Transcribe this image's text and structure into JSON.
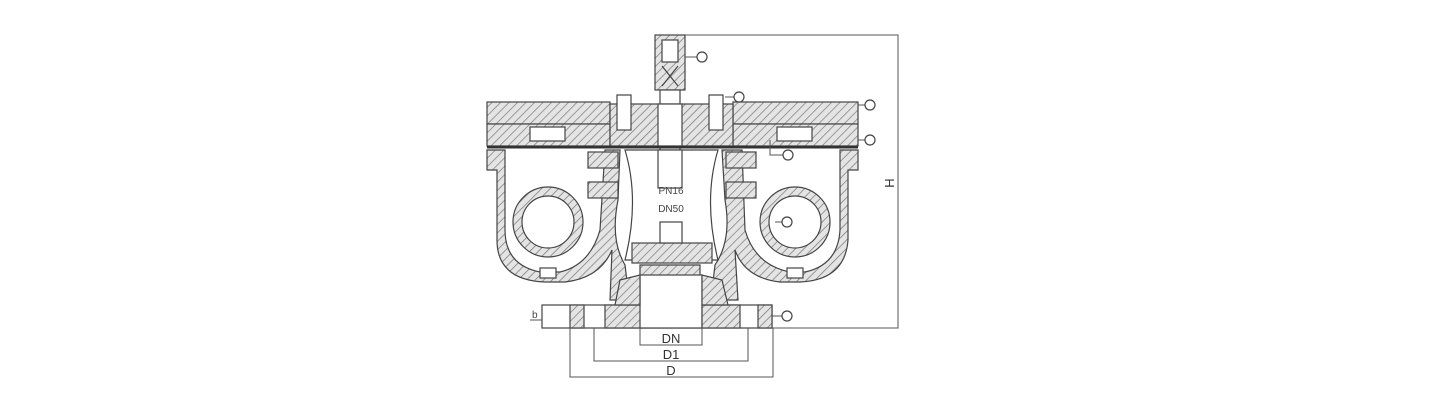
{
  "drawing": {
    "center_text_1": "PN16",
    "center_text_2": "DN50",
    "dim_dn": "DN",
    "dim_d1": "D1",
    "dim_d": "D",
    "dim_h": "H",
    "dim_b": "b"
  }
}
